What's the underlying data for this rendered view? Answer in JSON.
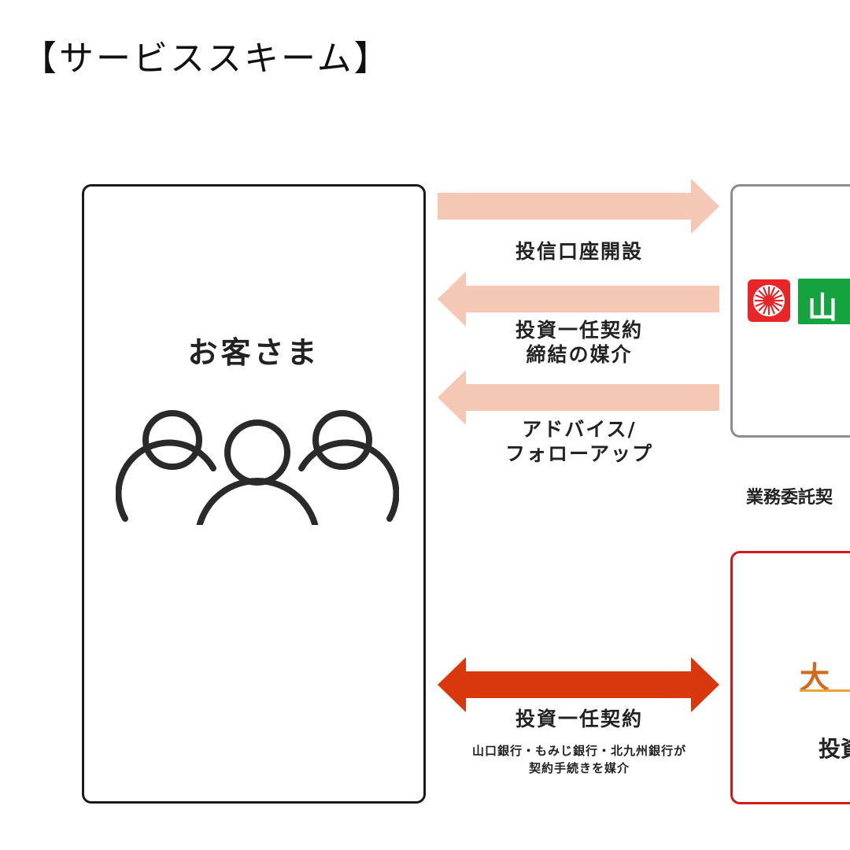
{
  "title": "【サービススキーム】",
  "customer": {
    "label": "お客さま",
    "icon": "people-group-icon"
  },
  "arrows": [
    {
      "direction": "right",
      "color": "#f4c8b4",
      "label_lines": [
        "投信口座開設"
      ]
    },
    {
      "direction": "left",
      "color": "#f4c8b4",
      "label_lines": [
        "投資一任契約",
        "締結の媒介"
      ]
    },
    {
      "direction": "left",
      "color": "#f4c8b4",
      "label_lines": [
        "アドバイス/",
        "フォローアップ"
      ]
    },
    {
      "direction": "both",
      "color": "#d9380f",
      "label_lines": [
        "投資一任契約"
      ],
      "note_lines": [
        "山口銀行・もみじ銀行・北九州銀行が",
        "契約手続きを媒介"
      ]
    }
  ],
  "bank_box": {
    "border_color": "#8c8c8c",
    "logo_text": "山口",
    "logo_colors": {
      "sun": "#e8262a",
      "green": "#15a33f"
    }
  },
  "between_boxes_label": "業務委託契",
  "daiwa_box": {
    "border_color": "#d21a1a",
    "name_text": "大",
    "sub_text": "投資"
  }
}
